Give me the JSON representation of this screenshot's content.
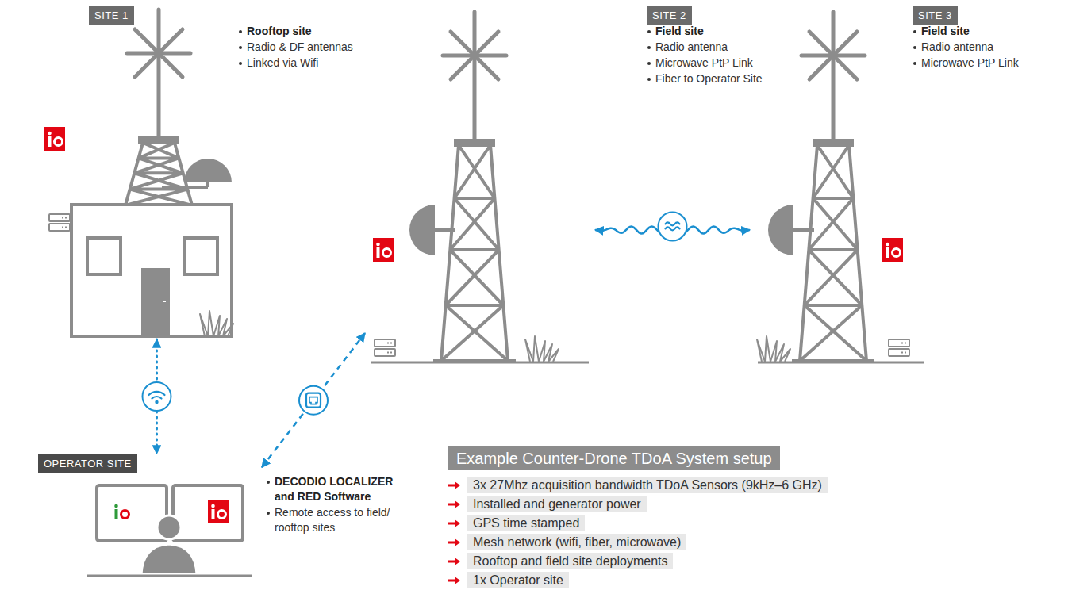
{
  "diagram": {
    "nodes": [
      {
        "text": [
          "SITE 1",
          "Rooftop site",
          "Radio & DF antennas",
          "Linked via Wifi"
        ]
      },
      {
        "text": [
          "SITE 2",
          "Field site",
          "Radio antenna",
          "Microwave PtP Link",
          "Fiber to Operator Site"
        ]
      },
      {
        "text": [
          "SITE 3",
          "Field site",
          "Radio antenna",
          "Microwave PtP Link"
        ]
      },
      {
        "text": [
          "OPERATOR SITE",
          "DECODIO LOCALIZER and RED Software",
          "Remote access to field/ rooftop sites"
        ]
      },
      {
        "text": [
          "Example Counter-Drone TDoA System setup"
        ]
      },
      {
        "text": [
          "3x 27Mhz acquisition bandwidth TDoA Sensors (9kHz–6 GHz)"
        ]
      },
      {
        "text": [
          "Installed and generator power"
        ]
      },
      {
        "text": [
          "GPS time stamped"
        ]
      },
      {
        "text": [
          "Mesh network (wifi, fiber, microwave)"
        ]
      },
      {
        "text": [
          "Rooftop and field site deployments"
        ]
      },
      {
        "text": [
          "1x Operator site"
        ]
      }
    ],
    "edges": [
      {
        "from": 0,
        "to": 3,
        "arrow": "both"
      },
      {
        "from": 3,
        "to": 1,
        "arrow": "both"
      },
      {
        "from": 1,
        "to": 2,
        "arrow": "both"
      }
    ]
  }
}
